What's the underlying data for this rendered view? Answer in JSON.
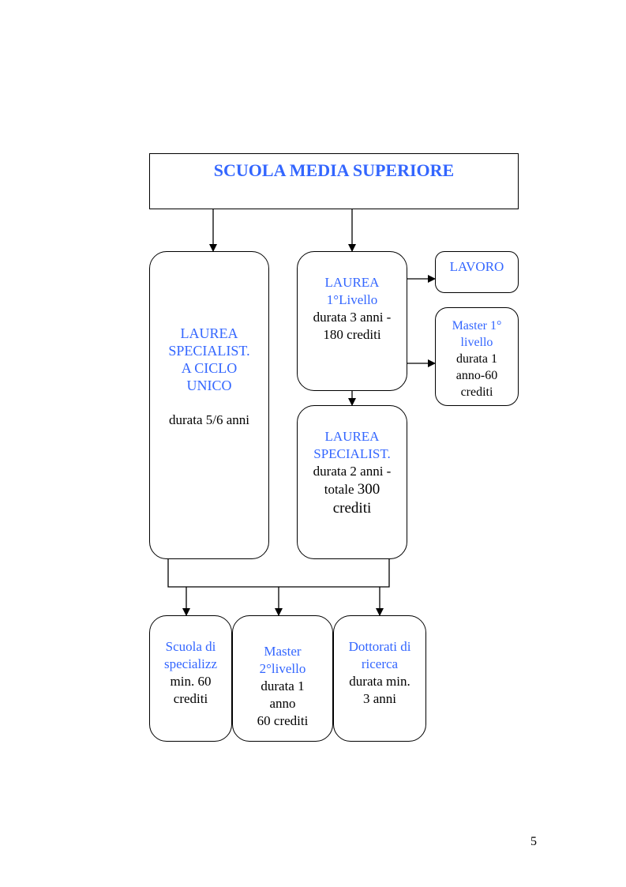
{
  "header": {
    "title": "SCUOLA MEDIA SUPERIORE"
  },
  "ciclo_unico": {
    "title_lines": [
      "LAUREA",
      "SPECIALIST.",
      "A CICLO",
      "UNICO"
    ],
    "detail": "durata 5/6 anni"
  },
  "primo_livello": {
    "title_lines": [
      "LAUREA",
      "1°Livello"
    ],
    "detail_lines": [
      "durata 3 anni -",
      "180 crediti"
    ]
  },
  "lavoro": {
    "label": "LAVORO"
  },
  "master_1": {
    "title_lines": [
      "Master 1°",
      "livello"
    ],
    "detail_lines": [
      "durata 1",
      "anno-60",
      "crediti"
    ]
  },
  "specialistica": {
    "title_lines": [
      "LAUREA",
      "SPECIALIST."
    ],
    "detail_lines": [
      "durata 2 anni -",
      "totale"
    ],
    "detail_number": "300",
    "detail_last": "crediti"
  },
  "scuola_spec": {
    "title_lines": [
      "Scuola di",
      "specializz"
    ],
    "detail_lines": [
      "min. 60",
      "crediti"
    ]
  },
  "master_2": {
    "title_lines": [
      "Master",
      "2°livello"
    ],
    "detail_lines": [
      "durata 1",
      "anno",
      "60 crediti"
    ]
  },
  "dottorati": {
    "title_lines": [
      "Dottorati di",
      "ricerca"
    ],
    "detail_lines": [
      "durata min.",
      "3 anni"
    ]
  },
  "page": {
    "number": "5"
  }
}
